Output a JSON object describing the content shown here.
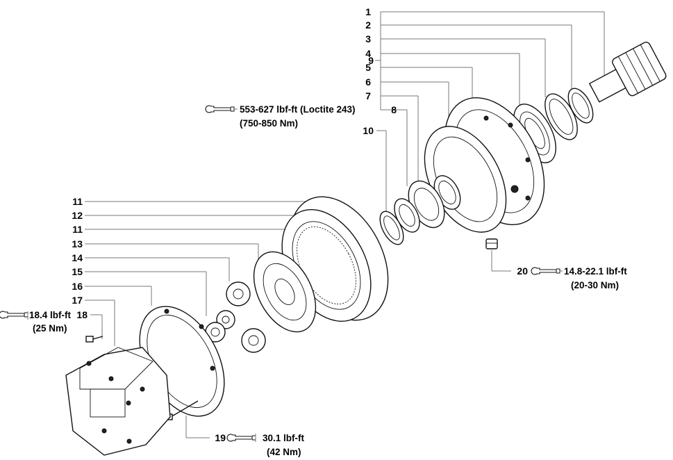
{
  "callouts": {
    "c1": "1",
    "c2": "2",
    "c3": "3",
    "c4": "4",
    "c5": "5",
    "c6": "6",
    "c7": "7",
    "c8": "8",
    "c9": "9",
    "c10": "10",
    "c11a": "11",
    "c12": "12",
    "c11b": "11",
    "c13": "13",
    "c14": "14",
    "c15": "15",
    "c16": "16",
    "c17": "17",
    "c18": "18",
    "c19": "19",
    "c20": "20"
  },
  "torque": {
    "t8_line1": "553-627 lbf-ft (Loctite 243)",
    "t8_line2": "(750-850 Nm)",
    "t20_line1": "14.8-22.1 lbf-ft",
    "t20_line2": "(20-30 Nm)",
    "t18_line1": "18.4 lbf-ft",
    "t18_line2": "(25 Nm)",
    "t19_line1": "30.1 lbf-ft",
    "t19_line2": "(42 Nm)"
  },
  "icons": {
    "torque": "torque-wrench-icon"
  }
}
